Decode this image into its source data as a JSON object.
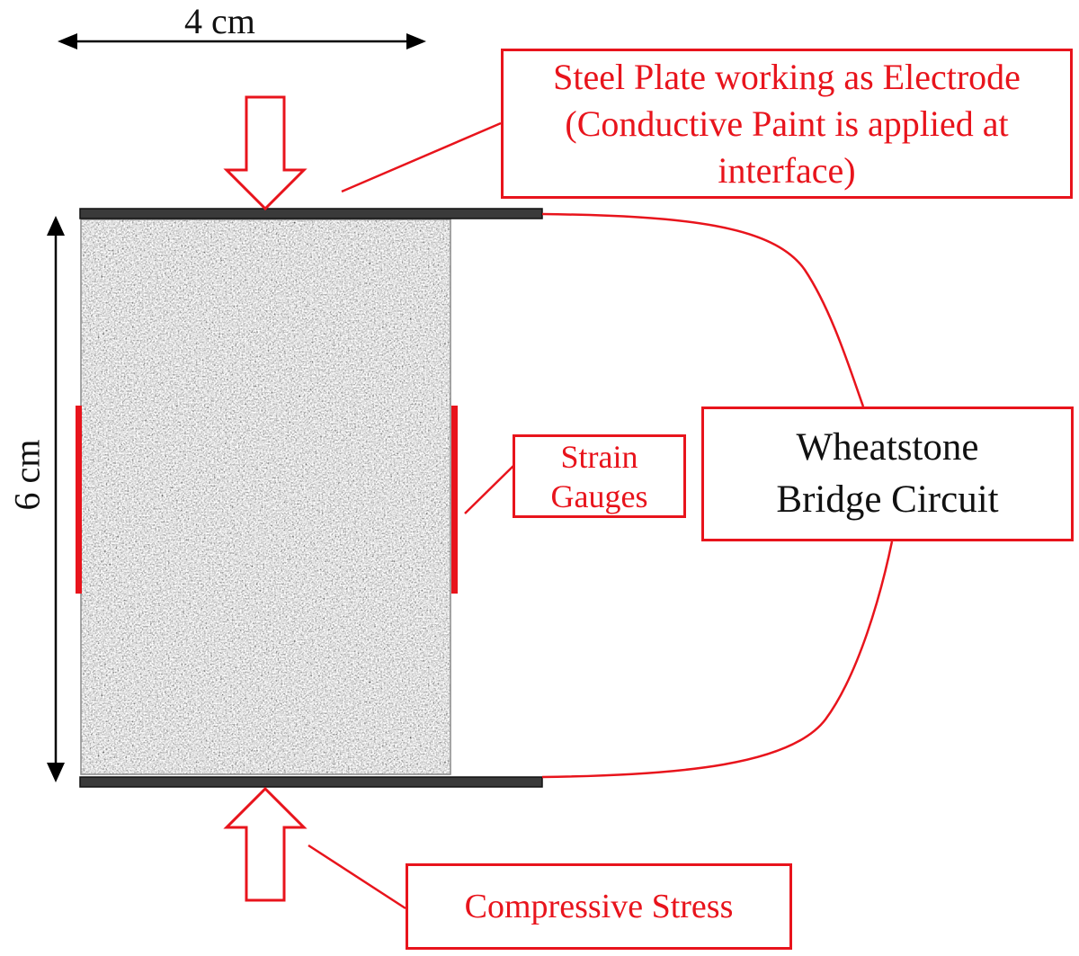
{
  "dimensions": {
    "width_label": "4 cm",
    "height_label": "6 cm"
  },
  "labels": {
    "electrode": [
      "Steel Plate working as Electrode",
      "(Conductive Paint is applied at",
      "interface)"
    ],
    "strain_gauges": [
      "Strain",
      "Gauges"
    ],
    "bridge_circuit": [
      "Wheatstone",
      "Bridge Circuit"
    ],
    "compressive_stress": "Compressive Stress"
  },
  "colors": {
    "annotation": "#e8141c",
    "plate": "#333333",
    "text": "#111111"
  }
}
